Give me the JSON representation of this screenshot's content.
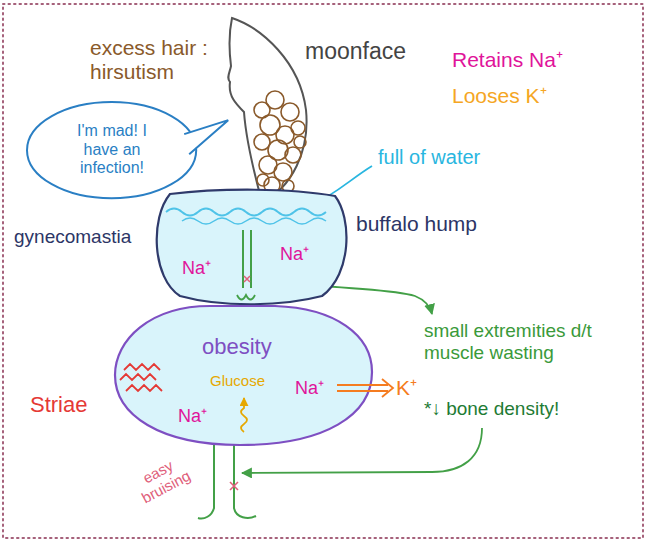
{
  "diagram": {
    "nodes": [
      {
        "text": [
          "I'm mad! I have an infection!"
        ]
      },
      {
        "text": [
          "Na⁺",
          "Na⁺"
        ]
      },
      {
        "text": [
          "obesity",
          "Glucose",
          "Na⁺",
          "Na⁺"
        ]
      }
    ],
    "labels": [
      "excess hair : hirsutism",
      "moonface",
      "Retains Na⁺",
      "Looses K⁺",
      "full of water",
      "gynecomastia",
      "buffalo hump",
      "small extremities d/t muscle wasting",
      "K⁺",
      "*↓ bone density!",
      "Striae",
      "easy bruising"
    ]
  }
}
